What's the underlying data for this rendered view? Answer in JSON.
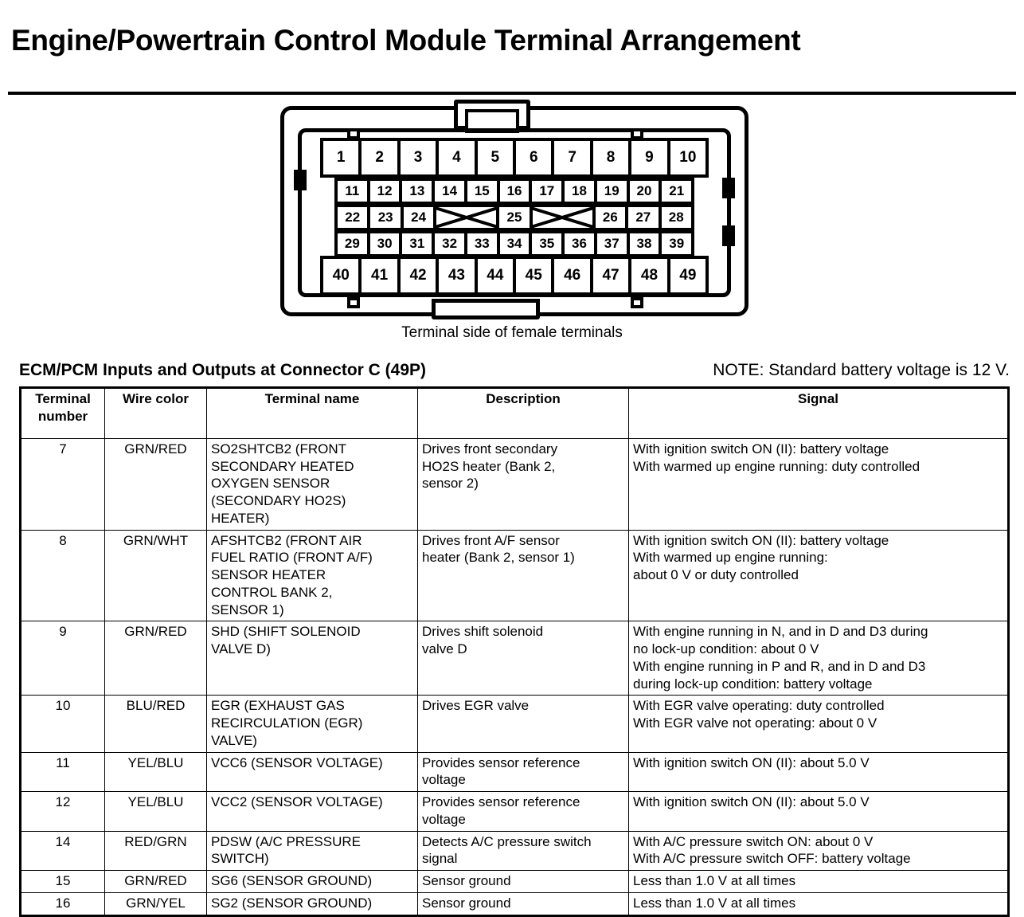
{
  "page": {
    "title": "Engine/Powertrain Control Module Terminal Arrangement",
    "connector_caption": "Terminal side of female terminals",
    "section_title": "ECM/PCM Inputs and Outputs at Connector C (49P)",
    "note": "NOTE: Standard battery voltage is 12 V."
  },
  "connector": {
    "rows": [
      {
        "type": "wide",
        "cells": [
          "1",
          "2",
          "3",
          "4",
          "5",
          "6",
          "7",
          "8",
          "9",
          "10"
        ]
      },
      {
        "type": "narrow",
        "cells": [
          "11",
          "12",
          "13",
          "14",
          "15",
          "16",
          "17",
          "18",
          "19",
          "20",
          "21"
        ]
      },
      {
        "type": "narrow",
        "cells": [
          "22",
          "23",
          "24",
          "",
          "25",
          "",
          "26",
          "27",
          "28"
        ]
      },
      {
        "type": "narrow",
        "cells": [
          "29",
          "30",
          "31",
          "32",
          "33",
          "34",
          "35",
          "36",
          "37",
          "38",
          "39"
        ]
      },
      {
        "type": "wide",
        "cells": [
          "40",
          "41",
          "42",
          "43",
          "44",
          "45",
          "46",
          "47",
          "48",
          "49"
        ]
      }
    ],
    "blank_cells_marked_with_x": [
      3,
      5
    ]
  },
  "table": {
    "headers": {
      "terminal_number": "Terminal\nnumber",
      "wire_color": "Wire color",
      "terminal_name": "Terminal name",
      "description": "Description",
      "signal": "Signal"
    },
    "rows": [
      {
        "num": "7",
        "wire": "GRN/RED",
        "name": "SO2SHTCB2 (FRONT\nSECONDARY HEATED\nOXYGEN SENSOR\n(SECONDARY HO2S)\nHEATER)",
        "desc": "Drives front secondary\nHO2S heater (Bank 2,\nsensor 2)",
        "signal": "With ignition switch ON (II): battery voltage\nWith warmed up engine running: duty controlled"
      },
      {
        "num": "8",
        "wire": "GRN/WHT",
        "name": "AFSHTCB2 (FRONT AIR\nFUEL RATIO (FRONT A/F)\nSENSOR HEATER\nCONTROL BANK 2,\nSENSOR 1)",
        "desc": "Drives front A/F sensor\nheater (Bank 2, sensor 1)",
        "signal": "With ignition switch ON (II): battery voltage\nWith warmed up engine running:\nabout 0 V or duty controlled"
      },
      {
        "num": "9",
        "wire": "GRN/RED",
        "name": "SHD (SHIFT SOLENOID\nVALVE D)",
        "desc": "Drives shift solenoid\nvalve D",
        "signal": "With engine running in N, and in D and D3 during\nno lock-up condition: about 0 V\nWith engine running in P and R, and in D and D3\nduring lock-up condition: battery voltage"
      },
      {
        "num": "10",
        "wire": "BLU/RED",
        "name": "EGR (EXHAUST GAS\nRECIRCULATION (EGR)\nVALVE)",
        "desc": "Drives EGR valve",
        "signal": "With EGR valve operating: duty controlled\nWith EGR valve not operating: about 0 V"
      },
      {
        "num": "11",
        "wire": "YEL/BLU",
        "name": "VCC6 (SENSOR VOLTAGE)",
        "desc": "Provides sensor reference\nvoltage",
        "signal": "With ignition switch ON (II): about 5.0 V"
      },
      {
        "num": "12",
        "wire": "YEL/BLU",
        "name": "VCC2 (SENSOR VOLTAGE)",
        "desc": "Provides sensor reference\nvoltage",
        "signal": "With ignition switch ON (II): about 5.0 V"
      },
      {
        "num": "14",
        "wire": "RED/GRN",
        "name": "PDSW (A/C PRESSURE\nSWITCH)",
        "desc": "Detects A/C pressure switch\nsignal",
        "signal": "With A/C pressure switch ON: about 0 V\nWith A/C pressure switch OFF: battery voltage"
      },
      {
        "num": "15",
        "wire": "GRN/RED",
        "name": "SG6 (SENSOR GROUND)",
        "desc": "Sensor ground",
        "signal": "Less than 1.0 V at all times"
      },
      {
        "num": "16",
        "wire": "GRN/YEL",
        "name": "SG2 (SENSOR GROUND)",
        "desc": "Sensor ground",
        "signal": "Less than 1.0 V at all times"
      }
    ]
  }
}
